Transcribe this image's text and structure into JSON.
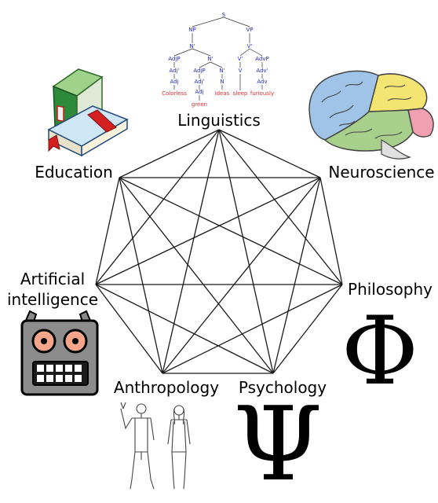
{
  "diagram": {
    "nodes": [
      {
        "id": "linguistics",
        "label": "Linguistics",
        "icon": "syntax-tree-icon"
      },
      {
        "id": "neuroscience",
        "label": "Neuroscience",
        "icon": "brain-icon"
      },
      {
        "id": "philosophy",
        "label": "Philosophy",
        "icon": "phi-symbol-icon"
      },
      {
        "id": "psychology",
        "label": "Psychology",
        "icon": "psi-symbol-icon"
      },
      {
        "id": "anthropology",
        "label": "Anthropology",
        "icon": "humans-icon"
      },
      {
        "id": "artificial-intelligence",
        "label_line1": "Artificial",
        "label_line2": "intelligence",
        "icon": "robot-icon"
      },
      {
        "id": "education",
        "label": "Education",
        "icon": "books-icon"
      }
    ],
    "edges": "complete-graph"
  },
  "symbols": {
    "phi": "Φ",
    "psi": "Ψ"
  },
  "syntax_tree": {
    "S": "S",
    "NP": "NP",
    "VP": "VP",
    "N_bar_top": "N'",
    "V_bar_top": "V'",
    "AdjP1": "AdjP",
    "N_bar_mid": "N'",
    "V_prime": "V'",
    "AdvP": "AdvP",
    "Adj_bar1": "Adj'",
    "AdjP2": "AdjP",
    "N_bar_low": "N'",
    "V": "V",
    "Adv_bar": "Adv'",
    "Adj1": "Adj",
    "Adj_bar2": "Adj'",
    "N": "N",
    "Adv": "Adv",
    "Adj2": "Adj",
    "w_colorless": "Colorless",
    "w_green": "green",
    "w_ideas": "ideas",
    "w_sleep": "sleep",
    "w_furiously": "furiously"
  },
  "colors": {
    "edge": "#1a1a1a",
    "tree_nodes": "#2a2ad0",
    "tree_words": "#e03030",
    "robot_face": "#888888",
    "robot_eyes": "#f4a58a"
  }
}
